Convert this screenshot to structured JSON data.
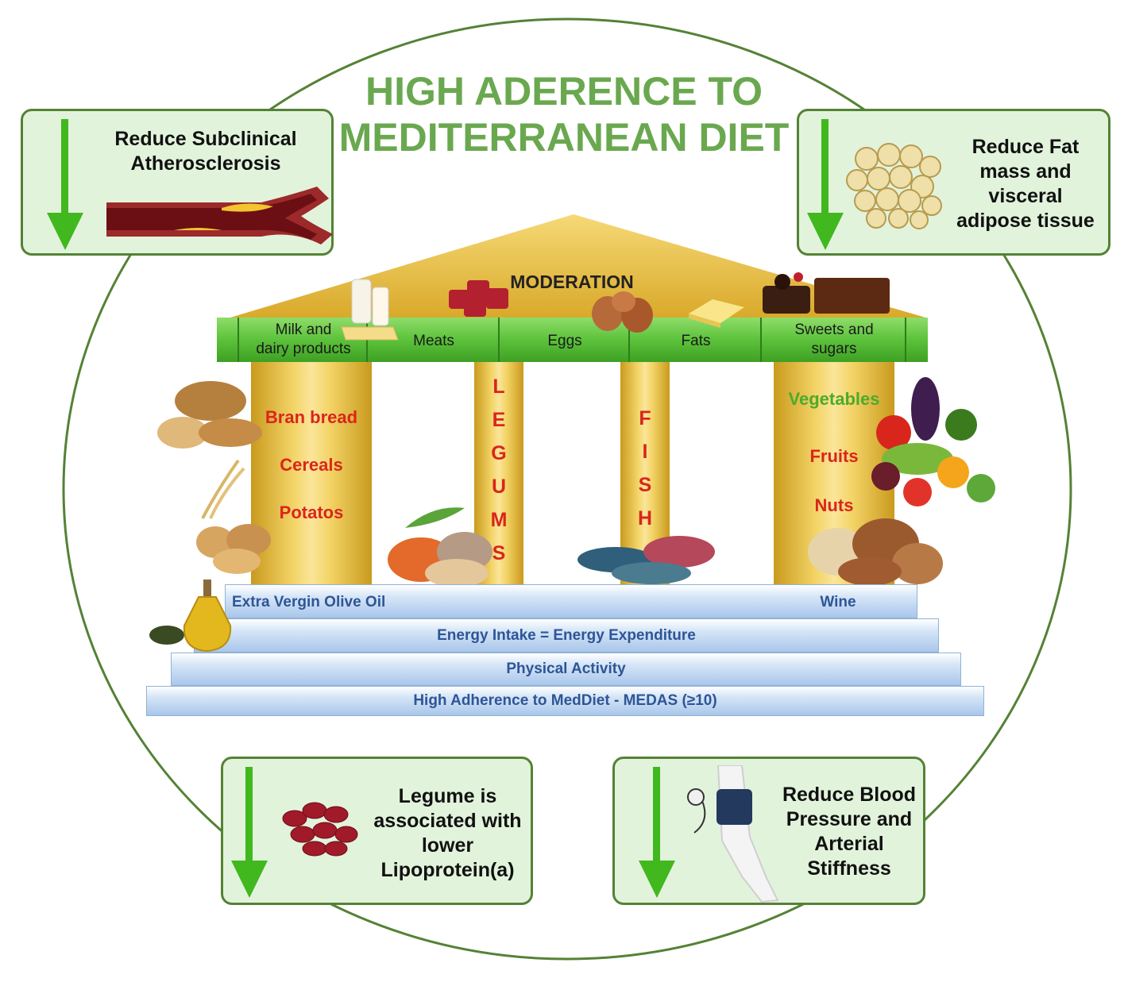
{
  "title": {
    "line1": "HIGH ADERENCE TO",
    "line2": "MEDITERRANEAN DIET"
  },
  "boxes": {
    "top_left": "Reduce Subclinical\nAtherosclerosis",
    "top_right": "Reduce Fat\nmass and\nvisceral\nadipose tissue",
    "bottom_left": "Legume  is\nassociated with\nlower\nLipoprotein(a)",
    "bottom_right": "Reduce Blood\nPressure and\nArterial\nStiffness"
  },
  "roof": {
    "label": "MODERATION",
    "band_items": [
      "Milk and\ndairy products",
      "Meats",
      "Eggs",
      "Fats",
      "Sweets and\nsugars"
    ]
  },
  "pillars": {
    "left": [
      "Bran bread",
      "Cereals",
      "Potatos"
    ],
    "legums": "L\nE\nG\nU\nM\nS",
    "fish": "F\nI\nS\nH",
    "right_top": "Vegetables",
    "right": [
      "Fruits",
      "Nuts"
    ]
  },
  "steps": {
    "top_left": "Extra Vergin Olive Oil",
    "top_right": "Wine",
    "second": "Energy Intake = Energy Expenditure",
    "third": "Physical Activity",
    "base": "High Adherence to MedDiet - MEDAS (≥10)"
  },
  "colors": {
    "title_green": "#6aa84f",
    "box_fill": "#e2f3dc",
    "box_border": "#548235",
    "arrow_green": "#41b81e",
    "pillar_gold": "#f3d467",
    "pillar_text_red": "#d9261c",
    "step_text_blue": "#2e5597"
  }
}
